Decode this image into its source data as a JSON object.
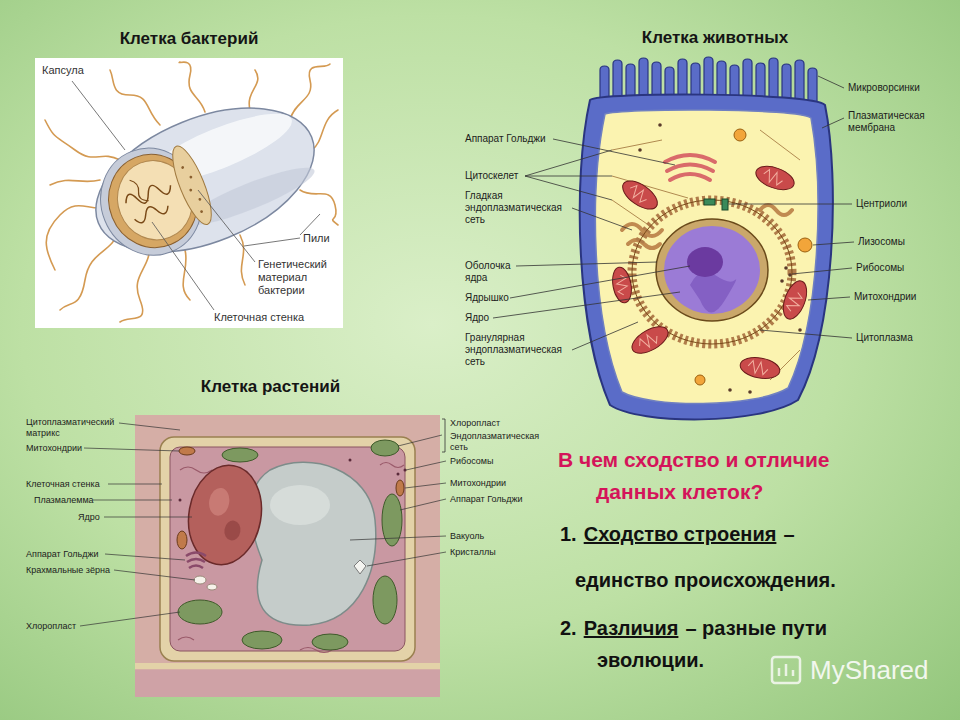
{
  "diagram": {
    "nodes": [
      {
        "text": [
          "Клетка бактерий"
        ]
      },
      {
        "text": [
          "Клетка животных"
        ]
      },
      {
        "text": [
          "Клетка растений"
        ]
      }
    ],
    "labels": [
      "Капсула",
      "Пили",
      "Генетический материал бактерии",
      "Клеточная стенка",
      "Микроворсинки",
      "Плазматическая мембрана",
      "Аппарат Гольджи",
      "Цитоскелет",
      "Центриоли",
      "Гладкая эндоплазматическая сеть",
      "Лизосомы",
      "Рибосомы",
      "Оболочка ядра",
      "Митохондрии",
      "Ядрышко",
      "Ядро",
      "Цитоплазма",
      "Гранулярная эндоплазматическая сеть",
      "Цитоплазматический матрикс",
      "Хлоропласт",
      "Эндоплазматическая сеть",
      "Митохондрии",
      "Рибосомы",
      "Митохондрии",
      "Клеточная стенка",
      "Аппарат Гольджи",
      "Плазмалемма",
      "Ядро",
      "Вакуоль",
      "Кристаллы",
      "Аппарат Гольджи",
      "Крахмальные зёрна",
      "Хлоропласт",
      "В чем сходство и отличие данных клеток?",
      "1.",
      "Сходство строения",
      "–",
      "единство происхождения.",
      "2.",
      "Различия",
      "– разные пути",
      "эволюции.",
      "MyShared"
    ]
  }
}
